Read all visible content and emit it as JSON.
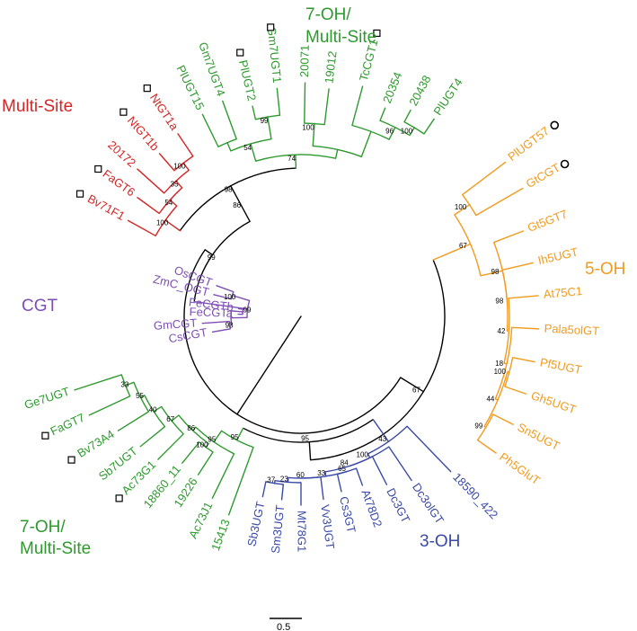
{
  "colors": {
    "multisite_red": "#d42525",
    "green": "#2e9a2e",
    "orange": "#f29b1e",
    "purple": "#7e4fb4",
    "blue": "#3a4aa8",
    "backbone": "#000000"
  },
  "group_labels": {
    "top_7oh_line1": "7-OH/",
    "top_7oh_line2": "Multi-Site",
    "multisite": "Multi-Site",
    "cgt": "CGT",
    "five_oh": "5-OH",
    "bottom_7oh_line1": "7-OH/",
    "bottom_7oh_line2": "Multi-Site",
    "three_oh": "3-OH"
  },
  "scale_bar": {
    "label": "0.5"
  },
  "leaves": [
    {
      "name": "PlUGT57",
      "color": "orange",
      "marker": "circle"
    },
    {
      "name": "GtCGT",
      "color": "orange",
      "marker": "circle"
    },
    {
      "name": "Gt5GT7",
      "color": "orange",
      "marker": ""
    },
    {
      "name": "Ih5UGT",
      "color": "orange",
      "marker": ""
    },
    {
      "name": "At75C1",
      "color": "orange",
      "marker": ""
    },
    {
      "name": "Pala5olGT",
      "color": "orange",
      "marker": ""
    },
    {
      "name": "Pf5UGT",
      "color": "orange",
      "marker": ""
    },
    {
      "name": "Gh5UGT",
      "color": "orange",
      "marker": ""
    },
    {
      "name": "Sn5UGT",
      "color": "orange",
      "marker": ""
    },
    {
      "name": "Ph5GluT",
      "color": "orange",
      "marker": ""
    },
    {
      "name": "18590_422",
      "color": "blue",
      "marker": ""
    },
    {
      "name": "Dc3olGT",
      "color": "blue",
      "marker": ""
    },
    {
      "name": "Dc3GT",
      "color": "blue",
      "marker": ""
    },
    {
      "name": "At78D2",
      "color": "blue",
      "marker": ""
    },
    {
      "name": "Cs3GT",
      "color": "blue",
      "marker": ""
    },
    {
      "name": "Vv3UGT",
      "color": "blue",
      "marker": ""
    },
    {
      "name": "Mt78G1",
      "color": "blue",
      "marker": ""
    },
    {
      "name": "Sm3UGT",
      "color": "blue",
      "marker": ""
    },
    {
      "name": "Sb3UGT",
      "color": "blue",
      "marker": ""
    },
    {
      "name": "15413",
      "color": "green",
      "marker": ""
    },
    {
      "name": "Ac73J1",
      "color": "green",
      "marker": ""
    },
    {
      "name": "19226",
      "color": "green",
      "marker": ""
    },
    {
      "name": "18860_11",
      "color": "green",
      "marker": ""
    },
    {
      "name": "Ac73G1",
      "color": "green",
      "marker": "square"
    },
    {
      "name": "Sb7UGT",
      "color": "green",
      "marker": ""
    },
    {
      "name": "Bv73A4",
      "color": "green",
      "marker": "square"
    },
    {
      "name": "FaGT7",
      "color": "green",
      "marker": "square"
    },
    {
      "name": "Ge7UGT",
      "color": "green",
      "marker": ""
    },
    {
      "name": "CsCGT",
      "color": "purple",
      "marker": ""
    },
    {
      "name": "GmCGT",
      "color": "purple",
      "marker": ""
    },
    {
      "name": "FeCGTa",
      "color": "purple",
      "marker": ""
    },
    {
      "name": "FeCGTb",
      "color": "purple",
      "marker": ""
    },
    {
      "name": "ZmC_OGT",
      "color": "purple",
      "marker": ""
    },
    {
      "name": "OsCGT",
      "color": "purple",
      "marker": ""
    },
    {
      "name": "Bv71F1",
      "color": "multisite_red",
      "marker": "square"
    },
    {
      "name": "FaGT6",
      "color": "multisite_red",
      "marker": "square"
    },
    {
      "name": "20172",
      "color": "multisite_red",
      "marker": ""
    },
    {
      "name": "NtGT1b",
      "color": "multisite_red",
      "marker": "square"
    },
    {
      "name": "NtGT1a",
      "color": "multisite_red",
      "marker": "square"
    },
    {
      "name": "PlUGT15",
      "color": "green",
      "marker": ""
    },
    {
      "name": "Gm7UGT4",
      "color": "green",
      "marker": ""
    },
    {
      "name": "PlUGT2",
      "color": "green",
      "marker": "square"
    },
    {
      "name": "Gm7UGT1",
      "color": "green",
      "marker": "square"
    },
    {
      "name": "20071",
      "color": "green",
      "marker": ""
    },
    {
      "name": "19012",
      "color": "green",
      "marker": ""
    },
    {
      "name": "TcCGT1",
      "color": "green",
      "marker": "square"
    },
    {
      "name": "20354",
      "color": "green",
      "marker": ""
    },
    {
      "name": "20438",
      "color": "green",
      "marker": ""
    },
    {
      "name": "PlUGT4",
      "color": "green",
      "marker": ""
    }
  ],
  "bootstrap": [
    "100",
    "98",
    "42",
    "18",
    "34",
    "100",
    "44",
    "99",
    "98",
    "67",
    "95",
    "43",
    "100",
    "84",
    "65",
    "60",
    "33",
    "23",
    "37",
    "100",
    "67",
    "40",
    "55",
    "33",
    "52",
    "86",
    "95",
    "93",
    "100",
    "99",
    "86",
    "74",
    "98",
    "100",
    "54",
    "35",
    "100",
    "99",
    "54",
    "100",
    "96",
    "100"
  ]
}
